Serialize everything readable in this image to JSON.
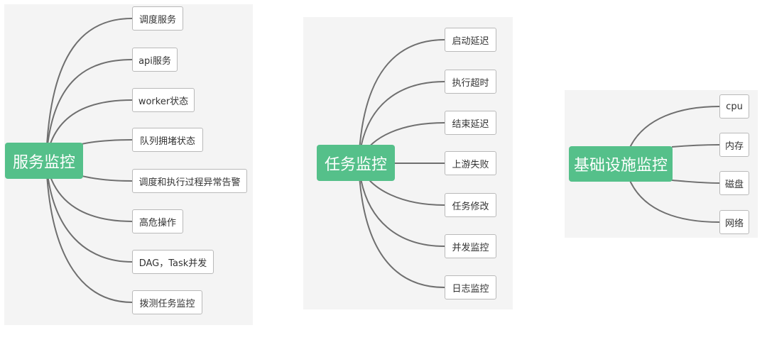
{
  "maps": [
    {
      "root": "服务监控",
      "children": [
        "调度服务",
        "api服务",
        "worker状态",
        "队列拥堵状态",
        "调度和执行过程异常告警",
        "高危操作",
        "DAG，Task并发",
        "拨测任务监控"
      ]
    },
    {
      "root": "任务监控",
      "children": [
        "启动延迟",
        "执行超时",
        "结束延迟",
        "上游失败",
        "任务修改",
        "并发监控",
        "日志监控"
      ]
    },
    {
      "root": "基础设施监控",
      "children": [
        "cpu",
        "内存",
        "磁盘",
        "网络"
      ]
    }
  ],
  "colors": {
    "root_bg": "#55c08a",
    "line": "#6f6f6f",
    "panel_bg": "#f4f4f4"
  }
}
